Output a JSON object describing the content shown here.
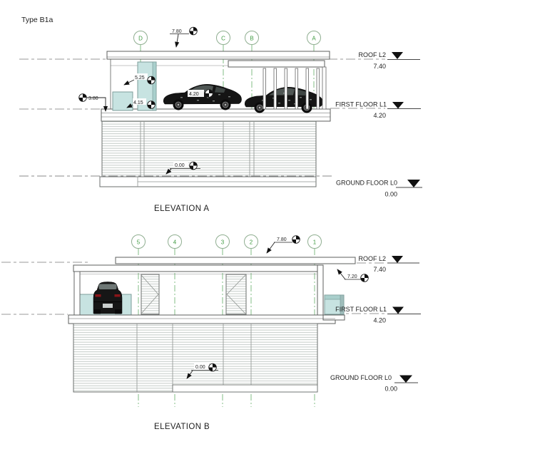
{
  "drawing": {
    "type_label": "Type B1a",
    "colors": {
      "accent_teal": "#c7e3e1",
      "accent_teal_dark": "#a9cfcc",
      "grid_green": "#3f9b41",
      "hatch_gray": "#b6bfba",
      "line_gray": "#5c5f5e"
    },
    "elevation_a": {
      "title": "ELEVATION A",
      "grid_bubbles": [
        "D",
        "C",
        "B",
        "A"
      ],
      "levels": [
        {
          "name": "ROOF L2",
          "value": "7.40"
        },
        {
          "name": "FIRST FLOOR L1",
          "value": "4.20"
        },
        {
          "name": "GROUND FLOOR L0",
          "value": "0.00"
        }
      ],
      "spots": {
        "roof_dim": "7.80",
        "column_top": "5.25",
        "wall_top": "4.15",
        "canopy_level": "3.80",
        "first_floor_spot": "4.20",
        "ground_spot": "0.00"
      }
    },
    "elevation_b": {
      "title": "ELEVATION B",
      "grid_bubbles": [
        "5",
        "4",
        "3",
        "2",
        "1"
      ],
      "levels": [
        {
          "name": "ROOF L2",
          "value": "7.40"
        },
        {
          "name": "FIRST FLOOR L1",
          "value": "4.20"
        },
        {
          "name": "GROUND FLOOR L0",
          "value": "0.00"
        }
      ],
      "spots": {
        "roof_dim": "7.80",
        "roof_underside": "7.20",
        "ground_spot": "0.00"
      }
    }
  }
}
